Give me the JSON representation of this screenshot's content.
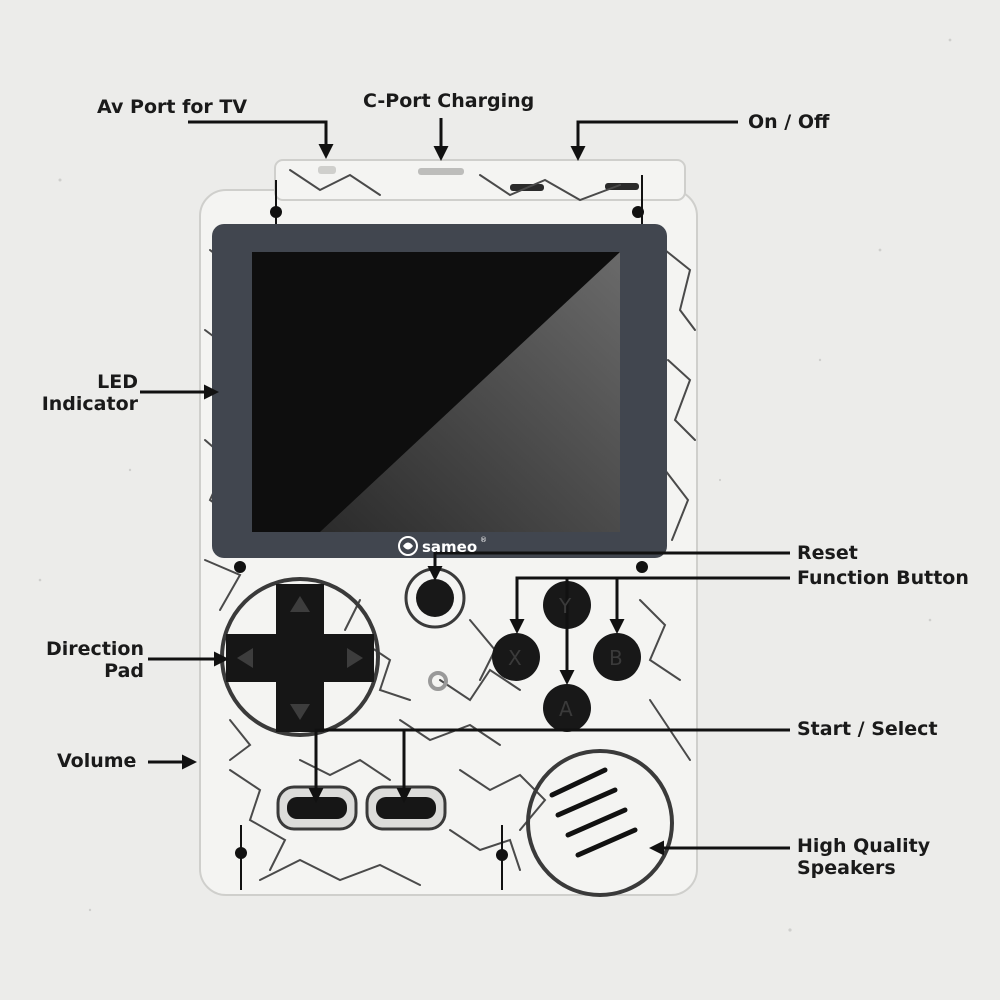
{
  "brand": {
    "name": "sameo",
    "mark": "®"
  },
  "callouts": {
    "av_port": "Av Port for TV",
    "c_port": "C-Port Charging",
    "on_off": "On / Off",
    "led_line1": "LED",
    "led_line2": "Indicator",
    "reset": "Reset",
    "function_button": "Function Button",
    "direction_line1": "Direction",
    "direction_line2": "Pad",
    "volume": "Volume",
    "start_select": "Start / Select",
    "speakers_line1": "High Quality",
    "speakers_line2": "Speakers"
  },
  "buttons": {
    "x": "X",
    "y": "Y",
    "a": "A",
    "b": "B"
  },
  "colors": {
    "background": "#ececea",
    "body": "#f4f4f2",
    "crack": "#4a4a4a",
    "bezel": "#41464f",
    "screen": "#0e0e0e",
    "button": "#181818",
    "arrow": "#111111"
  }
}
